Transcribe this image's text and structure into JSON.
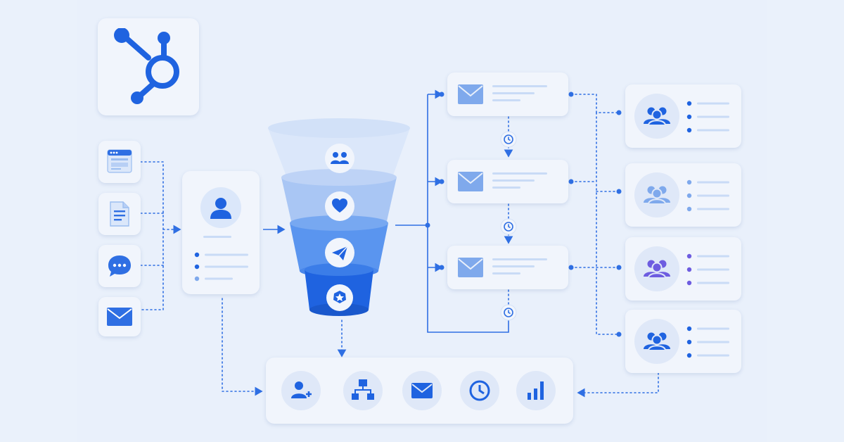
{
  "colors": {
    "background": "#e9f0fb",
    "card": "#f1f5fc",
    "primary_blue": "#1f63e0",
    "mid_blue": "#5a95ef",
    "light_blue": "#a9c6f4",
    "pale_blue": "#dbe7fa",
    "purple": "#6d5ce0",
    "line_blue": "#2f6fe3"
  },
  "logo": {
    "icon": "hubspot-sprocket-icon"
  },
  "sources": [
    {
      "name": "landing-page",
      "icon": "browser-window-icon"
    },
    {
      "name": "document",
      "icon": "document-icon"
    },
    {
      "name": "chat",
      "icon": "chat-bubble-icon"
    },
    {
      "name": "email",
      "icon": "envelope-icon"
    }
  ],
  "contact_card": {
    "icon": "user-avatar-icon"
  },
  "funnel": {
    "stages": [
      {
        "icon": "group-icon",
        "color": "#dbe7fa"
      },
      {
        "icon": "heart-icon",
        "color": "#a9c6f4"
      },
      {
        "icon": "send-icon",
        "color": "#5a95ef"
      },
      {
        "icon": "star-badge-icon",
        "color": "#1f63e0"
      }
    ]
  },
  "email_sequence": [
    {
      "icon": "envelope-icon"
    },
    {
      "icon": "envelope-icon"
    },
    {
      "icon": "envelope-icon"
    }
  ],
  "delays": [
    "clock-icon",
    "clock-icon",
    "clock-icon"
  ],
  "segments": [
    {
      "icon": "group-icon",
      "color": "#1f63e0"
    },
    {
      "icon": "group-icon",
      "color": "#7fa9ec"
    },
    {
      "icon": "group-icon",
      "color": "#6d5ce0"
    },
    {
      "icon": "group-icon",
      "color": "#1f63e0"
    }
  ],
  "workflow_actions": [
    {
      "icon": "add-user-icon"
    },
    {
      "icon": "org-chart-icon"
    },
    {
      "icon": "envelope-icon"
    },
    {
      "icon": "clock-icon"
    },
    {
      "icon": "bar-chart-icon"
    }
  ]
}
